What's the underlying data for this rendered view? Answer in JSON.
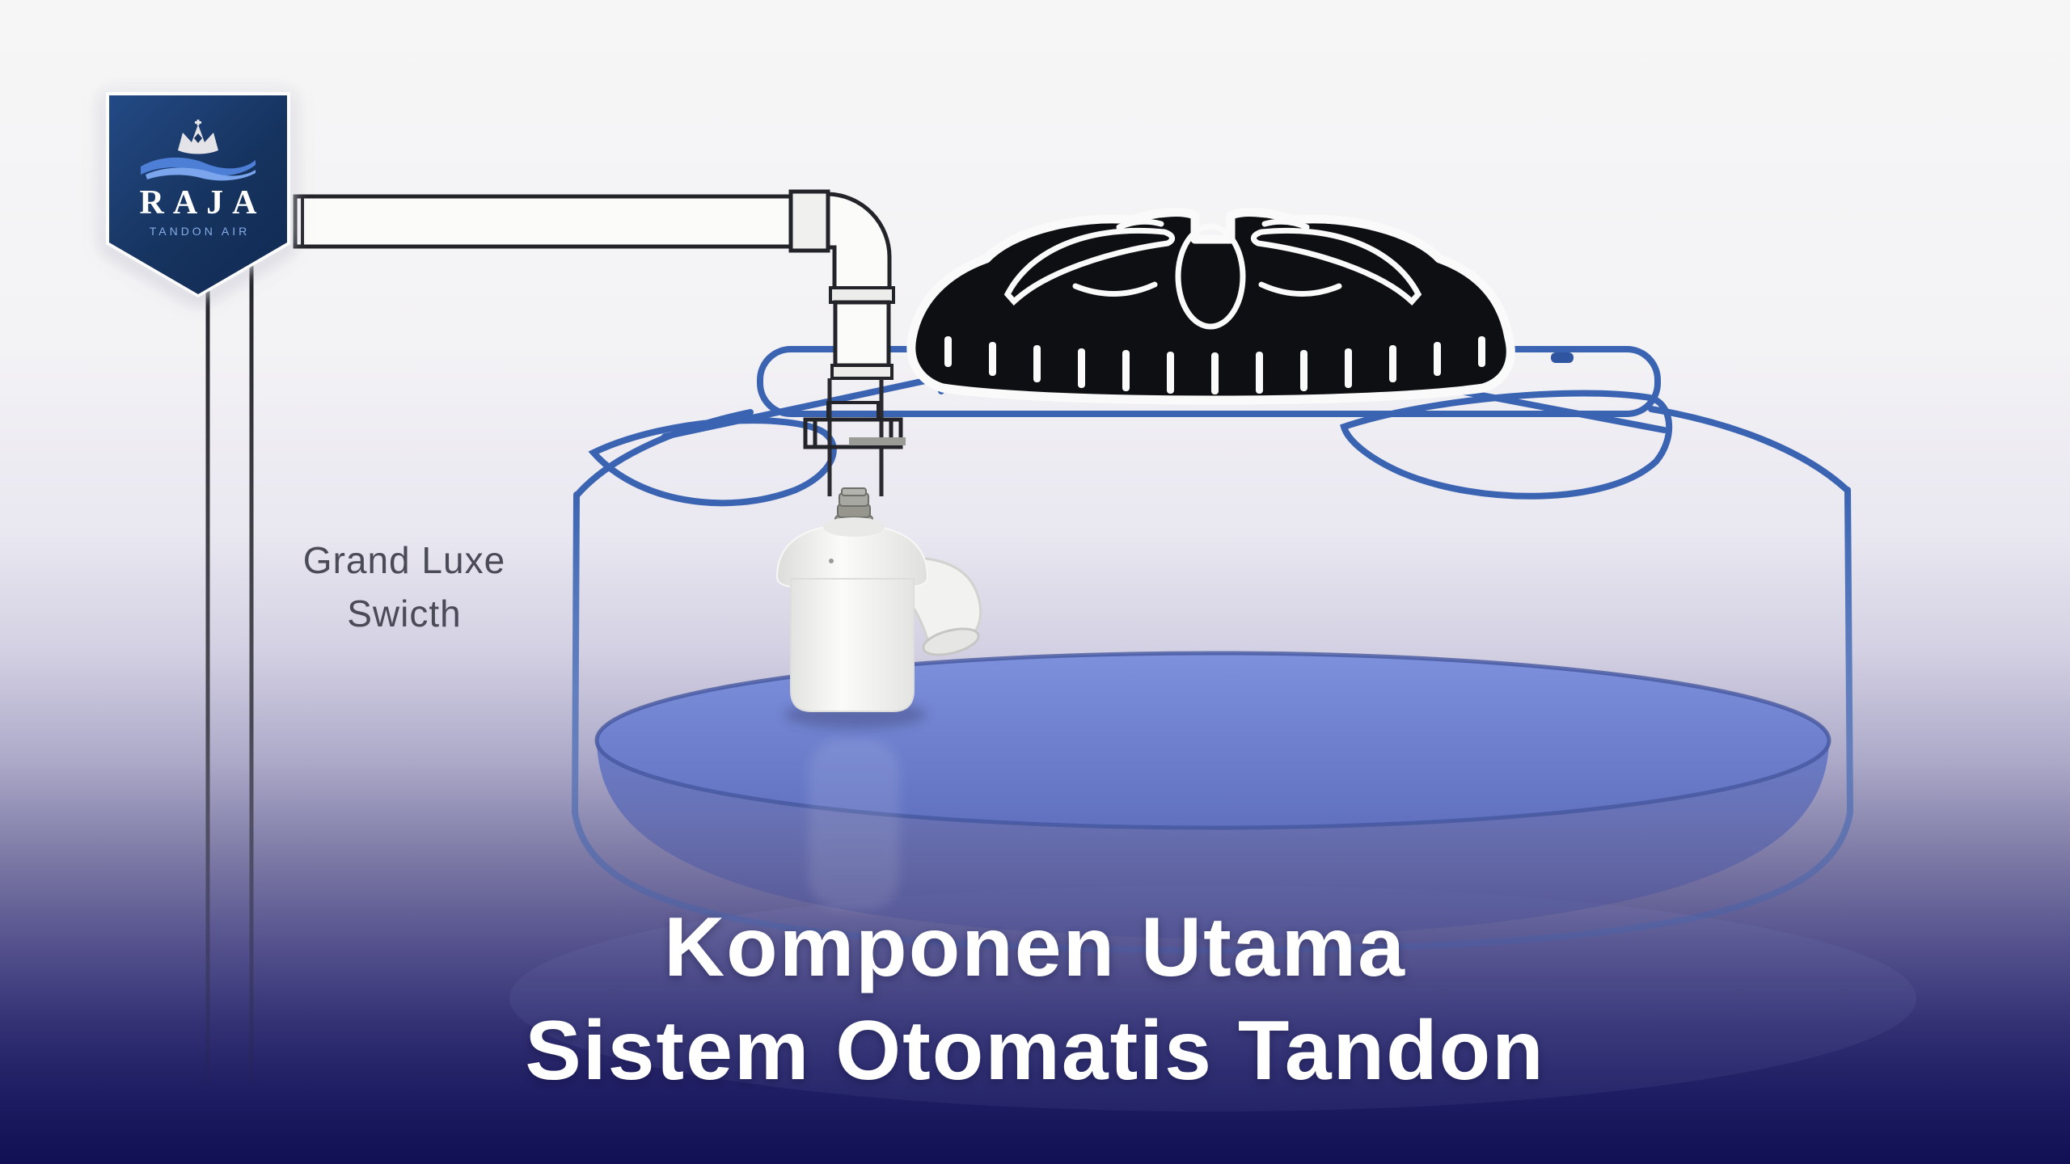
{
  "logo": {
    "brand": "RAJA",
    "tagline": "TANDON AIR",
    "icons": [
      "crown-icon",
      "water-wave-icon"
    ],
    "badge_color_dark": "#102a52",
    "badge_color_light": "#234a85",
    "brand_color": "#ffffff",
    "tagline_color": "#85ace8"
  },
  "diagram": {
    "component_label_line1": "Grand Luxe",
    "component_label_line2": "Swicth",
    "component_label_color": "#4b4a57",
    "tank_outline_color": "#3a63b2",
    "water_surface_color": "#7d91dd",
    "water_deep_color": "#5f6fbe",
    "cap_color": "#0e0f12",
    "cap_detail_color": "#fafafa",
    "pipe_outline_color": "#23232a",
    "pipe_fill_color": "#fbfbfa",
    "fitting_gray_color": "#96968f",
    "float_valve_color": "#f7f7f5"
  },
  "title": {
    "line1": "Komponen Utama",
    "line2": "Sistem Otomatis Tandon",
    "color": "#ffffff"
  },
  "background": {
    "top_color": "#f6f6f6",
    "bottom_color": "#121054"
  }
}
